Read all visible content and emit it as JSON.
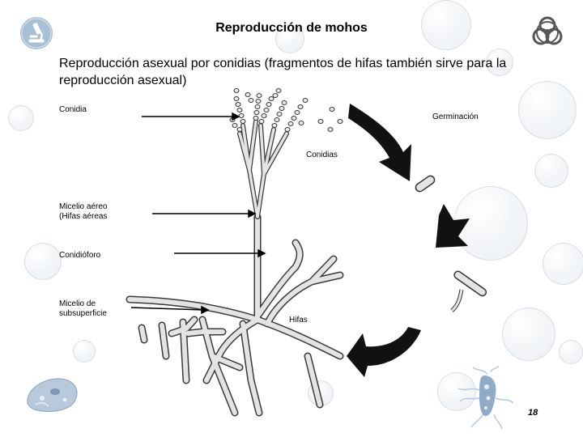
{
  "title": "Reproducción de mohos",
  "subtitle": "Reproducción asexual por conidias (fragmentos de hifas también sirve para la reproducción asexual)",
  "labels": {
    "conidia": "Conidia",
    "germinacion": "Germinación",
    "conidias": "Conidias",
    "micelio_aereo": "Micelio aéreo\n(Hifas aéreas",
    "conidioforo": "Conidióforo",
    "micelio_subsuperficie": "Micelio de\nsubsuperficie",
    "hifas": "Hifas"
  },
  "page_number": "18",
  "icons": [
    "microscope-icon",
    "biohazard-icon",
    "paramecium-icon",
    "bacteria-icon"
  ],
  "colors": {
    "hyphae_fill": "#e4e4e4",
    "hyphae_outline": "#3a3a3a",
    "arrow": "#111111",
    "badge": "#a9bfd4"
  }
}
